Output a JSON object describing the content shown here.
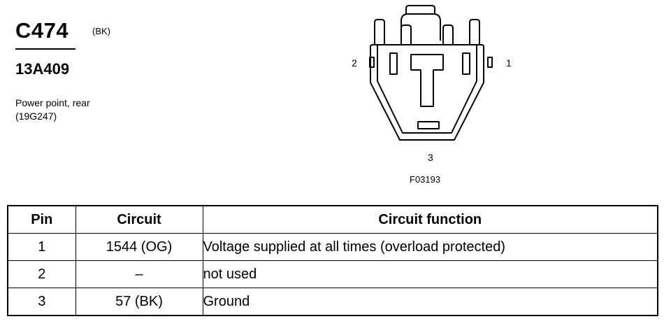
{
  "connector": {
    "id": "C474",
    "color_code": "(BK)",
    "part_number": "13A409",
    "description_line1": "Power point, rear",
    "description_line2": "(19G247)"
  },
  "diagram": {
    "pin_labels": {
      "pin1": "1",
      "pin2": "2",
      "pin3": "3"
    },
    "figure_number": "F03193"
  },
  "table": {
    "headers": {
      "pin": "Pin",
      "circuit": "Circuit",
      "function": "Circuit function"
    },
    "rows": [
      {
        "pin": "1",
        "circuit": "1544 (OG)",
        "function": "Voltage supplied at all times (overload protected)"
      },
      {
        "pin": "2",
        "circuit": "–",
        "function": "not used"
      },
      {
        "pin": "3",
        "circuit": "57 (BK)",
        "function": "Ground"
      }
    ]
  }
}
